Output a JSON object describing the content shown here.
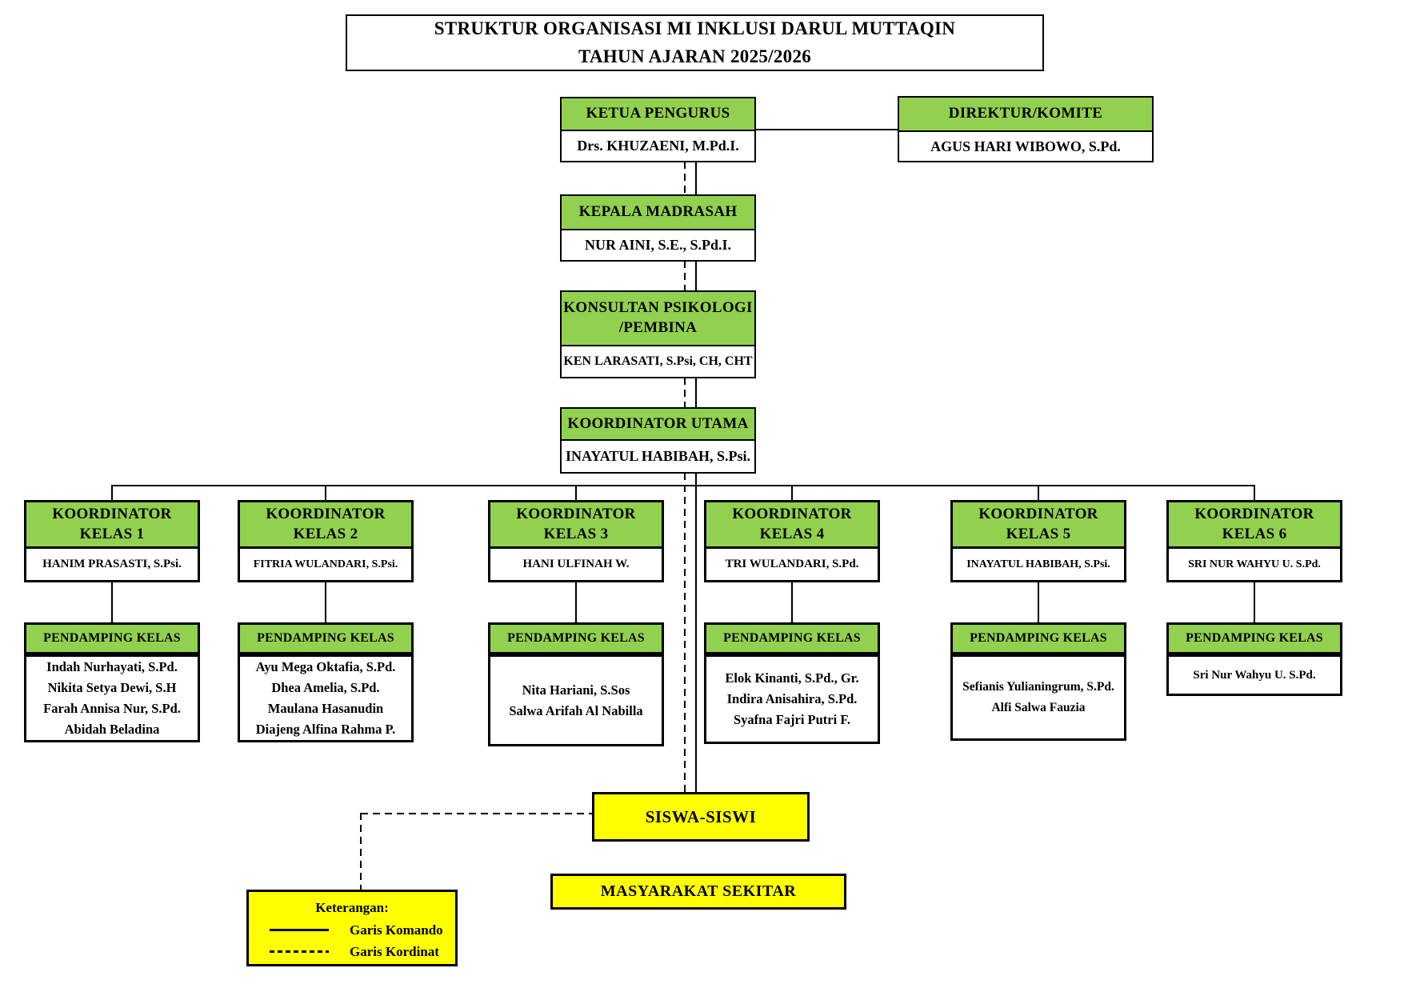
{
  "title": {
    "line1": "STRUKTUR ORGANISASI MI INKLUSI DARUL MUTTAQIN",
    "line2": "TAHUN AJARAN 2025/2026"
  },
  "top_row": {
    "ketua": {
      "role": "KETUA PENGURUS",
      "name": "Drs. KHUZAENI, M.Pd.I."
    },
    "direktur": {
      "role": "DIREKTUR/KOMITE",
      "name": "AGUS HARI WIBOWO, S.Pd."
    }
  },
  "chain": {
    "kepala": {
      "role": "KEPALA MADRASAH",
      "name": "NUR AINI, S.E., S.Pd.I."
    },
    "konsultan": {
      "role_lines": [
        "KONSULTAN PSIKOLOGI",
        "/PEMBINA"
      ],
      "name": "KEN LARASATI, S.Psi, CH, CHT"
    },
    "utama": {
      "role": "KOORDINATOR UTAMA",
      "name": "INAYATUL HABIBAH, S.Psi."
    }
  },
  "classes": [
    {
      "role_lines": [
        "KOORDINATOR",
        "KELAS 1"
      ],
      "coordinator": "HANIM PRASASTI, S.Psi.",
      "pendamping_label": "PENDAMPING KELAS",
      "members": [
        "Indah Nurhayati, S.Pd.",
        "Nikita Setya Dewi, S.H",
        "Farah Annisa Nur, S.Pd.",
        "Abidah Beladina"
      ]
    },
    {
      "role_lines": [
        "KOORDINATOR",
        "KELAS 2"
      ],
      "coordinator": "FITRIA WULANDARI, S.Psi.",
      "pendamping_label": "PENDAMPING KELAS",
      "members": [
        "Ayu Mega Oktafia, S.Pd.",
        "Dhea Amelia, S.Pd.",
        "Maulana Hasanudin",
        "Diajeng Alfina Rahma P."
      ]
    },
    {
      "role_lines": [
        "KOORDINATOR",
        "KELAS 3"
      ],
      "coordinator": "HANI ULFINAH W.",
      "pendamping_label": "PENDAMPING KELAS",
      "members": [
        "Nita Hariani, S.Sos",
        "Salwa Arifah Al Nabilla"
      ]
    },
    {
      "role_lines": [
        "KOORDINATOR",
        "KELAS 4"
      ],
      "coordinator": "TRI WULANDARI, S.Pd.",
      "pendamping_label": "PENDAMPING KELAS",
      "members": [
        "Elok Kinanti, S.Pd., Gr.",
        "Indira Anisahira, S.Pd.",
        "Syafna Fajri Putri F."
      ]
    },
    {
      "role_lines": [
        "KOORDINATOR",
        "KELAS 5"
      ],
      "coordinator": "INAYATUL HABIBAH, S.Psi.",
      "pendamping_label": "PENDAMPING KELAS",
      "members": [
        "Sefianis Yulianingrum, S.Pd.",
        "Alfi Salwa Fauzia"
      ]
    },
    {
      "role_lines": [
        "KOORDINATOR",
        "KELAS 6"
      ],
      "coordinator": "SRI NUR WAHYU U. S.Pd.",
      "pendamping_label": "PENDAMPING KELAS",
      "members": [
        "Sri Nur Wahyu U. S.Pd."
      ]
    }
  ],
  "bottom": {
    "siswa": "SISWA-SISWI",
    "masyarakat": "MASYARAKAT SEKITAR"
  },
  "legend": {
    "title": "Keterangan:",
    "items": [
      {
        "style": "solid",
        "label": "Garis Komando"
      },
      {
        "style": "dashed",
        "label": "Garis Kordinat"
      }
    ]
  },
  "colors": {
    "green": "#92d050",
    "yellow": "#ffff00",
    "line": "#000000"
  }
}
